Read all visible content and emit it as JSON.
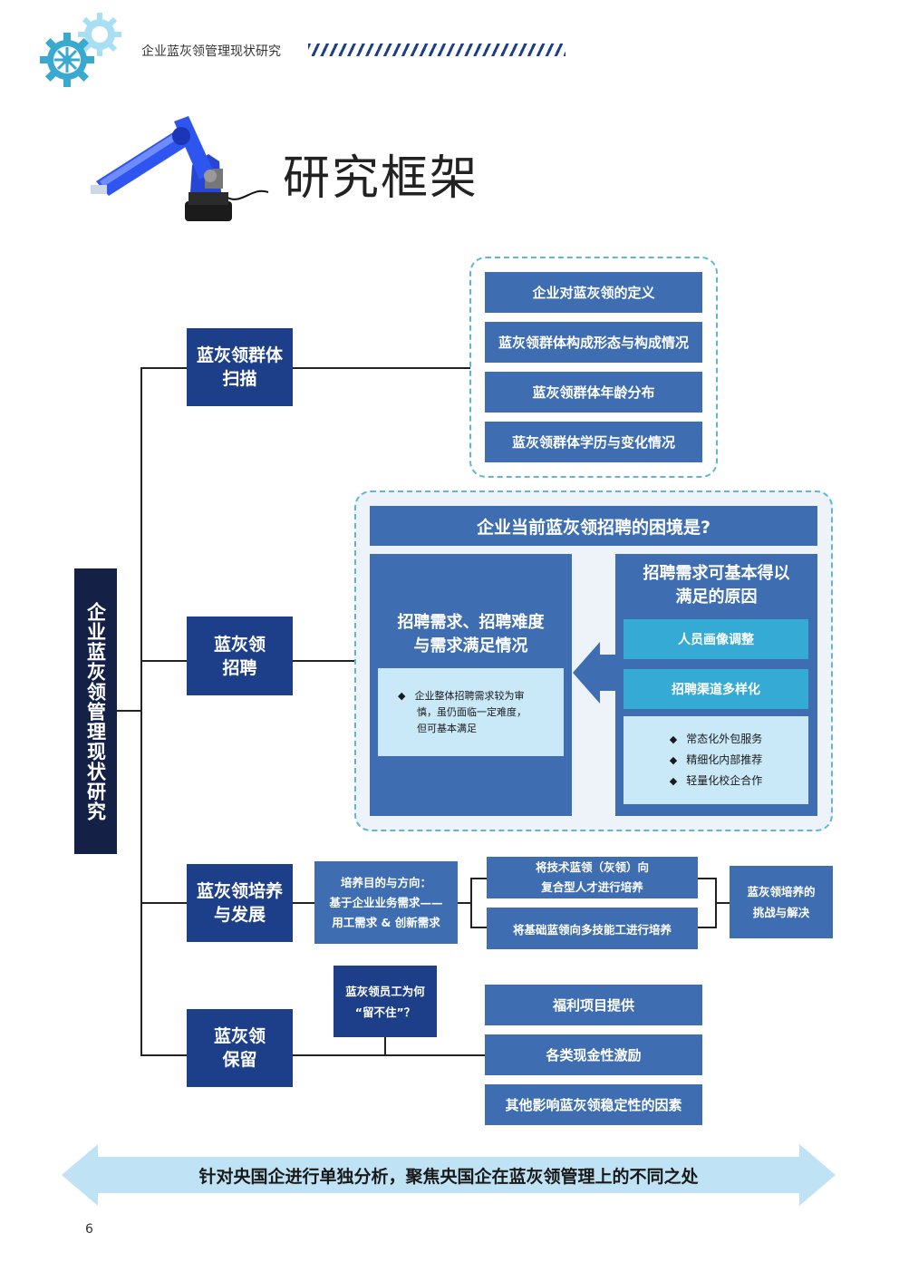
{
  "header": {
    "running_title": "企业蓝灰领管理现状研究"
  },
  "page_title": "研究框架",
  "root_label": "企业蓝灰领管理现状研究",
  "branches": [
    {
      "label_line1": "蓝灰领群体",
      "label_line2": "扫描"
    },
    {
      "label_line1": "蓝灰领",
      "label_line2": "招聘"
    },
    {
      "label_line1": "蓝灰领培养",
      "label_line2": "与发展"
    },
    {
      "label_line1": "蓝灰领",
      "label_line2": "保留"
    }
  ],
  "scan_items": [
    "企业对蓝灰领的定义",
    "蓝灰领群体构成形态与构成情况",
    "蓝灰领群体年龄分布",
    "蓝灰领群体学历与变化情况"
  ],
  "recruit": {
    "question": "企业当前蓝灰领招聘的困境是?",
    "left_title_line1": "招聘需求、招聘难度",
    "left_title_line2": "与需求满足情况",
    "left_bullet_line1": "企业整体招聘需求较为审",
    "left_bullet_line2": "慎，虽仍面临一定难度，",
    "left_bullet_line3": "但可基本满足",
    "right_title_line1": "招聘需求可基本得以",
    "right_title_line2": "满足的原因",
    "reasons": [
      "人员画像调整",
      "招聘渠道多样化"
    ],
    "sub_reasons": [
      "常态化外包服务",
      "精细化内部推荐",
      "轻量化校企合作"
    ]
  },
  "training": {
    "purpose_line1": "培养目的与方向：",
    "purpose_line2": "基于企业业务需求——",
    "purpose_line3": "用工需求 & 创新需求",
    "path1_line1": "将技术蓝领（灰领）向",
    "path1_line2": "复合型人才进行培养",
    "path2": "将基础蓝领向多技能工进行培养",
    "challenge_line1": "蓝灰领培养的",
    "challenge_line2": "挑战与解决"
  },
  "retention": {
    "question_line1": "蓝灰领员工为何",
    "question_line2": "“留不住”？",
    "items": [
      "福利项目提供",
      "各类现金性激励",
      "其他影响蓝灰领稳定性的因素"
    ]
  },
  "footer_banner": "针对央国企进行单独分析，聚焦央国企在蓝灰领管理上的不同之处",
  "page_number": "6",
  "colors": {
    "navy": "#1d3f8a",
    "mid_blue": "#3e6eb1",
    "cyan": "#35aad5",
    "pale": "#c9e8f8",
    "banner": "#bfe3f5",
    "dashed": "#5fb7d8"
  }
}
